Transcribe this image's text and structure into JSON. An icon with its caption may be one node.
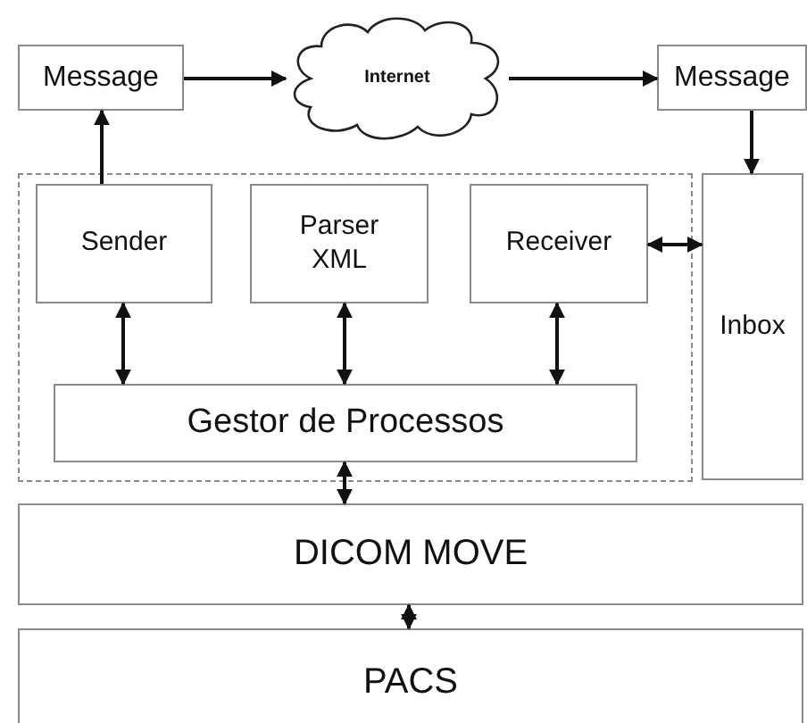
{
  "diagram": {
    "nodes": [
      {
        "text": [
          "Message"
        ]
      },
      {
        "text": [
          "Internet"
        ]
      },
      {
        "text": [
          "Message"
        ]
      },
      {
        "text": [],
        "shape": "box"
      },
      {
        "text": [
          "Sender"
        ],
        "in": 3
      },
      {
        "text": [
          "Parser XML"
        ],
        "in": 3
      },
      {
        "text": [
          "Receiver"
        ],
        "in": 3
      },
      {
        "text": [
          "Gestor de Processos"
        ],
        "in": 3
      },
      {
        "text": [
          "Inbox"
        ]
      },
      {
        "text": [
          "DICOM MOVE"
        ]
      },
      {
        "text": [
          "PACS"
        ]
      }
    ],
    "edges": [
      {
        "from": 4,
        "to": 0,
        "arrow": "to"
      },
      {
        "from": 0,
        "to": 1,
        "arrow": "to"
      },
      {
        "from": 1,
        "to": 2,
        "arrow": "to"
      },
      {
        "from": 2,
        "to": 8,
        "arrow": "to"
      },
      {
        "from": 6,
        "to": 8,
        "arrow": "both"
      },
      {
        "from": 4,
        "to": 7,
        "arrow": "both"
      },
      {
        "from": 5,
        "to": 7,
        "arrow": "both"
      },
      {
        "from": 6,
        "to": 7,
        "arrow": "both"
      },
      {
        "from": 7,
        "to": 9,
        "arrow": "both"
      },
      {
        "from": 9,
        "to": 10,
        "arrow": "both"
      }
    ]
  }
}
